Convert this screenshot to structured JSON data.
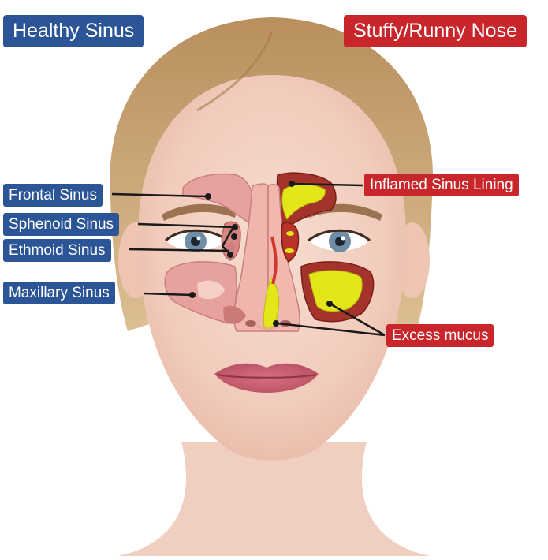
{
  "panels": {
    "healthy_title": "Healthy Sinus",
    "sick_title": "Stuffy/Runny Nose"
  },
  "left_labels": {
    "frontal": "Frontal Sinus",
    "sphenoid": "Sphenoid Sinus",
    "ethmoid": "Ethmoid Sinus",
    "maxillary": "Maxillary Sinus"
  },
  "right_labels": {
    "inflamed": "Inflamed Sinus Lining",
    "mucus": "Excess mucus"
  },
  "colors": {
    "healthy_box": "#2b5597",
    "sick_box": "#c8262b",
    "healthy_sinus": "#e8a0a0",
    "inflamed_lining": "#9a2a22",
    "mucus": "#e3e619",
    "skin": "#f3d1c3",
    "hair": "#cfa978"
  }
}
